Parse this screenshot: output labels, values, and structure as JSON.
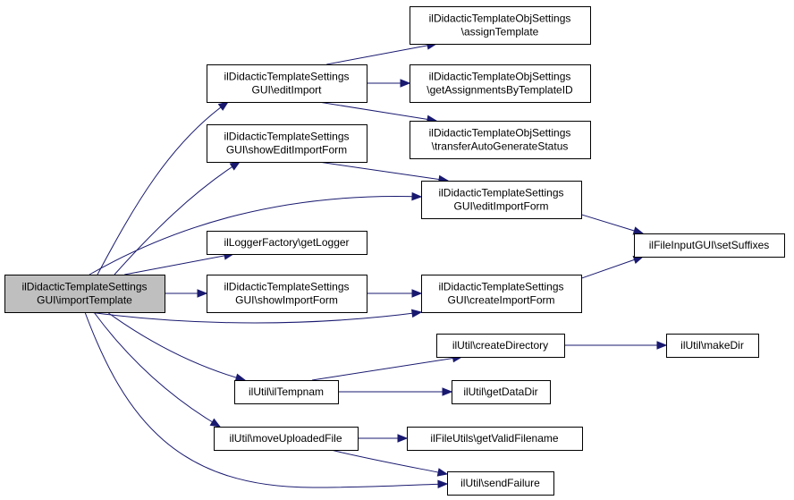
{
  "colors": {
    "edge": "#191970",
    "root_fill": "#bfbfbf",
    "node_fill": "#ffffff",
    "node_border": "#000000"
  },
  "nodes": [
    {
      "id": "importTemplate",
      "lines": [
        "ilDidacticTemplateSettings",
        "GUI\\importTemplate"
      ],
      "root": true
    },
    {
      "id": "editImport",
      "lines": [
        "ilDidacticTemplateSettings",
        "GUI\\editImport"
      ]
    },
    {
      "id": "showEditImportForm",
      "lines": [
        "ilDidacticTemplateSettings",
        "GUI\\showEditImportForm"
      ]
    },
    {
      "id": "getLogger",
      "lines": [
        "ilLoggerFactory\\getLogger"
      ]
    },
    {
      "id": "showImportForm",
      "lines": [
        "ilDidacticTemplateSettings",
        "GUI\\showImportForm"
      ]
    },
    {
      "id": "ilTempnam",
      "lines": [
        "ilUtil\\ilTempnam"
      ]
    },
    {
      "id": "moveUploadedFile",
      "lines": [
        "ilUtil\\moveUploadedFile"
      ]
    },
    {
      "id": "assignTemplate",
      "lines": [
        "ilDidacticTemplateObjSettings",
        "\\assignTemplate"
      ]
    },
    {
      "id": "getAssignmentsByTemplateID",
      "lines": [
        "ilDidacticTemplateObjSettings",
        "\\getAssignmentsByTemplateID"
      ]
    },
    {
      "id": "transferAutoGenerateStatus",
      "lines": [
        "ilDidacticTemplateObjSettings",
        "\\transferAutoGenerateStatus"
      ]
    },
    {
      "id": "editImportForm",
      "lines": [
        "ilDidacticTemplateSettings",
        "GUI\\editImportForm"
      ]
    },
    {
      "id": "createImportForm",
      "lines": [
        "ilDidacticTemplateSettings",
        "GUI\\createImportForm"
      ]
    },
    {
      "id": "createDirectory",
      "lines": [
        "ilUtil\\createDirectory"
      ]
    },
    {
      "id": "getDataDir",
      "lines": [
        "ilUtil\\getDataDir"
      ]
    },
    {
      "id": "getValidFilename",
      "lines": [
        "ilFileUtils\\getValidFilename"
      ]
    },
    {
      "id": "sendFailure",
      "lines": [
        "ilUtil\\sendFailure"
      ]
    },
    {
      "id": "setSuffixes",
      "lines": [
        "ilFileInputGUI\\setSuffixes"
      ]
    },
    {
      "id": "makeDir",
      "lines": [
        "ilUtil\\makeDir"
      ]
    }
  ],
  "edges": [
    {
      "from": "importTemplate",
      "to": "editImport"
    },
    {
      "from": "importTemplate",
      "to": "showEditImportForm"
    },
    {
      "from": "importTemplate",
      "to": "editImportForm"
    },
    {
      "from": "importTemplate",
      "to": "getLogger"
    },
    {
      "from": "importTemplate",
      "to": "showImportForm"
    },
    {
      "from": "importTemplate",
      "to": "createImportForm"
    },
    {
      "from": "importTemplate",
      "to": "ilTempnam"
    },
    {
      "from": "importTemplate",
      "to": "moveUploadedFile"
    },
    {
      "from": "importTemplate",
      "to": "sendFailure"
    },
    {
      "from": "editImport",
      "to": "assignTemplate"
    },
    {
      "from": "editImport",
      "to": "getAssignmentsByTemplateID"
    },
    {
      "from": "editImport",
      "to": "transferAutoGenerateStatus"
    },
    {
      "from": "showEditImportForm",
      "to": "editImportForm"
    },
    {
      "from": "editImportForm",
      "to": "setSuffixes"
    },
    {
      "from": "showImportForm",
      "to": "createImportForm"
    },
    {
      "from": "createImportForm",
      "to": "setSuffixes"
    },
    {
      "from": "ilTempnam",
      "to": "createDirectory"
    },
    {
      "from": "ilTempnam",
      "to": "getDataDir"
    },
    {
      "from": "createDirectory",
      "to": "makeDir"
    },
    {
      "from": "moveUploadedFile",
      "to": "getValidFilename"
    },
    {
      "from": "moveUploadedFile",
      "to": "sendFailure"
    }
  ]
}
